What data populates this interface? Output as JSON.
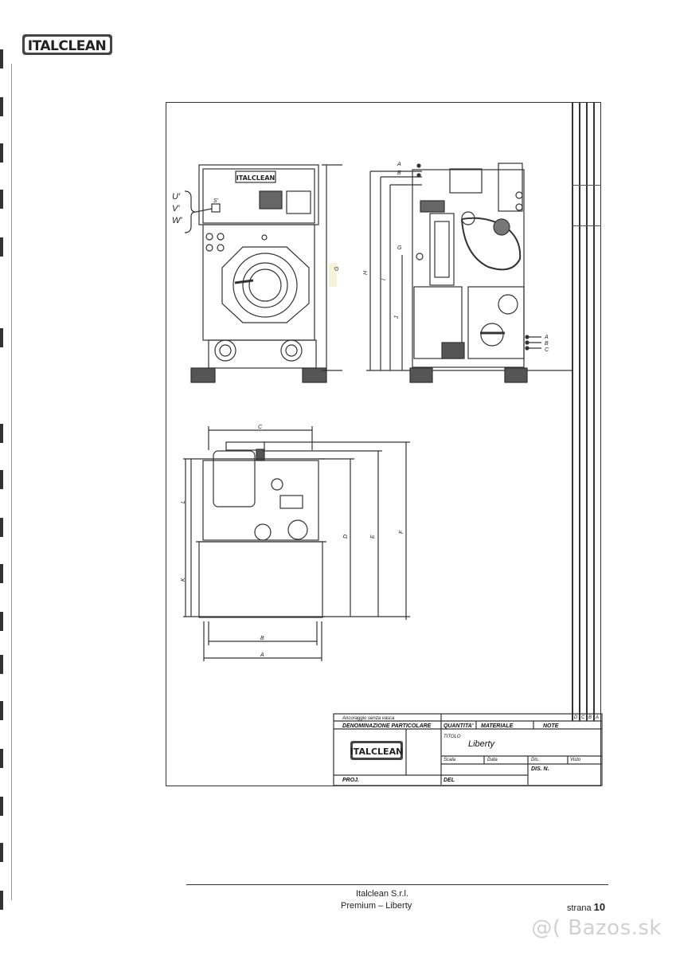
{
  "brand": {
    "logo_text": "ITALCLEAN"
  },
  "drawing": {
    "labels": {
      "U": "U'",
      "V": "V'",
      "W": "W'",
      "S": "S'",
      "G": "G",
      "H": "H",
      "I": "I",
      "J": "J",
      "A": "A",
      "B": "B",
      "C": "C",
      "D": "D",
      "E": "E",
      "F": "F",
      "K": "K",
      "L": "L"
    },
    "revision_letters": [
      "D",
      "C",
      "B",
      "A"
    ]
  },
  "title_block": {
    "anchor_note": "Ancoraggio senza vasca",
    "col_part_name": "DENOMINAZIONE PARTICOLARE",
    "col_quantity": "QUANTITA'",
    "col_material": "MATERIALE",
    "col_note": "NOTE",
    "title_label": "TITOLO",
    "title_value": "Liberty",
    "scale_label": "Scala",
    "date_label": "Data",
    "drawn_label": "Dis.",
    "viewed_label": "Visto",
    "drawing_no_label": "DIS. N.",
    "proj_label": "PROJ.",
    "del_label": "DEL"
  },
  "footer": {
    "company": "Italclean S.r.l.",
    "product": "Premium – Liberty",
    "page_label": "strana",
    "page_number": "10"
  },
  "watermark": {
    "text": "Bazos.sk"
  }
}
